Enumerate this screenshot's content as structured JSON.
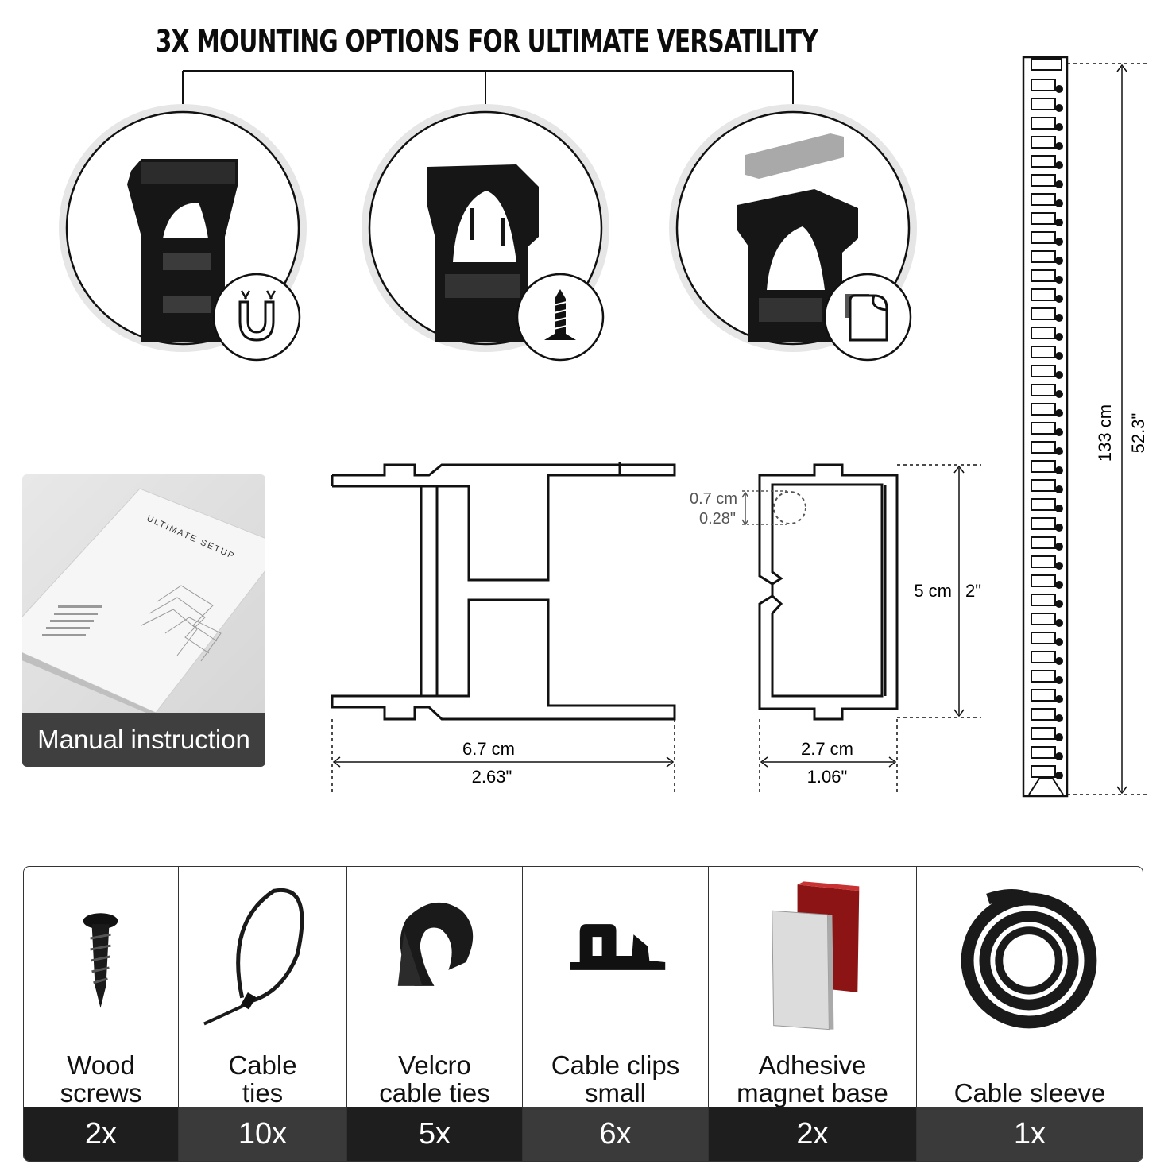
{
  "header": {
    "title": "3X MOUNTING OPTIONS FOR ULTIMATE VERSATILITY"
  },
  "mounting_options": [
    {
      "icon": "magnet-icon"
    },
    {
      "icon": "screw-icon"
    },
    {
      "icon": "adhesive-pad-icon"
    }
  ],
  "manual": {
    "brand": "ULTIMATE SETUP",
    "label": "Manual instruction"
  },
  "dimensions": {
    "width_cm": "6.7 cm",
    "width_in": "2.63\"",
    "depth_cm": "2.7 cm",
    "depth_in": "1.06\"",
    "height_cm": "5 cm",
    "height_in": "2\"",
    "hole_cm": "0.7 cm",
    "hole_in": "0.28\"",
    "length_cm": "133 cm",
    "length_in": "52.3\""
  },
  "items": [
    {
      "label": "Wood\nscrews",
      "qty": "2x",
      "icon": "wood-screw-icon"
    },
    {
      "label": "Cable\nties",
      "qty": "10x",
      "icon": "cable-tie-icon"
    },
    {
      "label": "Velcro\ncable ties",
      "qty": "5x",
      "icon": "velcro-tie-icon"
    },
    {
      "label": "Cable clips\nsmall",
      "qty": "6x",
      "icon": "cable-clip-icon"
    },
    {
      "label": "Adhesive\nmagnet base",
      "qty": "2x",
      "icon": "magnet-base-icon"
    },
    {
      "label": "Cable sleeve",
      "qty": "1x",
      "icon": "cable-sleeve-icon"
    }
  ],
  "colors": {
    "dark": "#1e1e1e",
    "label_bg": "#3f3f3f",
    "line": "#111111"
  }
}
